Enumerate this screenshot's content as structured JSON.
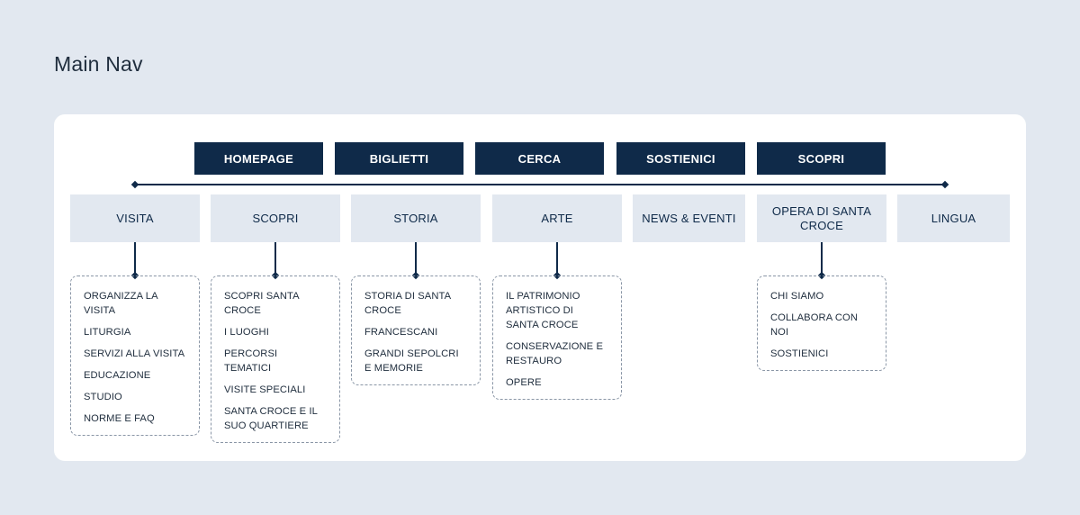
{
  "page": {
    "title": "Main Nav"
  },
  "top_nav": [
    {
      "label": "HOMEPAGE"
    },
    {
      "label": "BIGLIETTI"
    },
    {
      "label": "CERCA"
    },
    {
      "label": "SOSTIENICI"
    },
    {
      "label": "SCOPRI"
    }
  ],
  "main_nav": [
    {
      "label": "VISITA",
      "children": [
        "ORGANIZZA LA VISITA",
        "LITURGIA",
        "SERVIZI ALLA VISITA",
        "EDUCAZIONE",
        "STUDIO",
        "NORME E FAQ"
      ]
    },
    {
      "label": "SCOPRI",
      "children": [
        "SCOPRI SANTA CROCE",
        "I LUOGHI",
        "PERCORSI TEMATICI",
        "VISITE SPECIALI",
        "SANTA CROCE E IL SUO QUARTIERE"
      ]
    },
    {
      "label": "STORIA",
      "children": [
        "STORIA DI SANTA CROCE",
        "FRANCESCANI",
        "GRANDI SEPOLCRI E MEMORIE"
      ]
    },
    {
      "label": "ARTE",
      "children": [
        "IL PATRIMONIO ARTISTICO DI SANTA CROCE",
        "CONSERVAZIONE E RESTAURO",
        "OPERE"
      ]
    },
    {
      "label": "NEWS & EVENTI",
      "children": []
    },
    {
      "label": "OPERA DI SANTA CROCE",
      "children": [
        "CHI SIAMO",
        "COLLABORA CON NOI",
        "SOSTIENICI"
      ]
    },
    {
      "label": "LINGUA",
      "children": []
    }
  ]
}
